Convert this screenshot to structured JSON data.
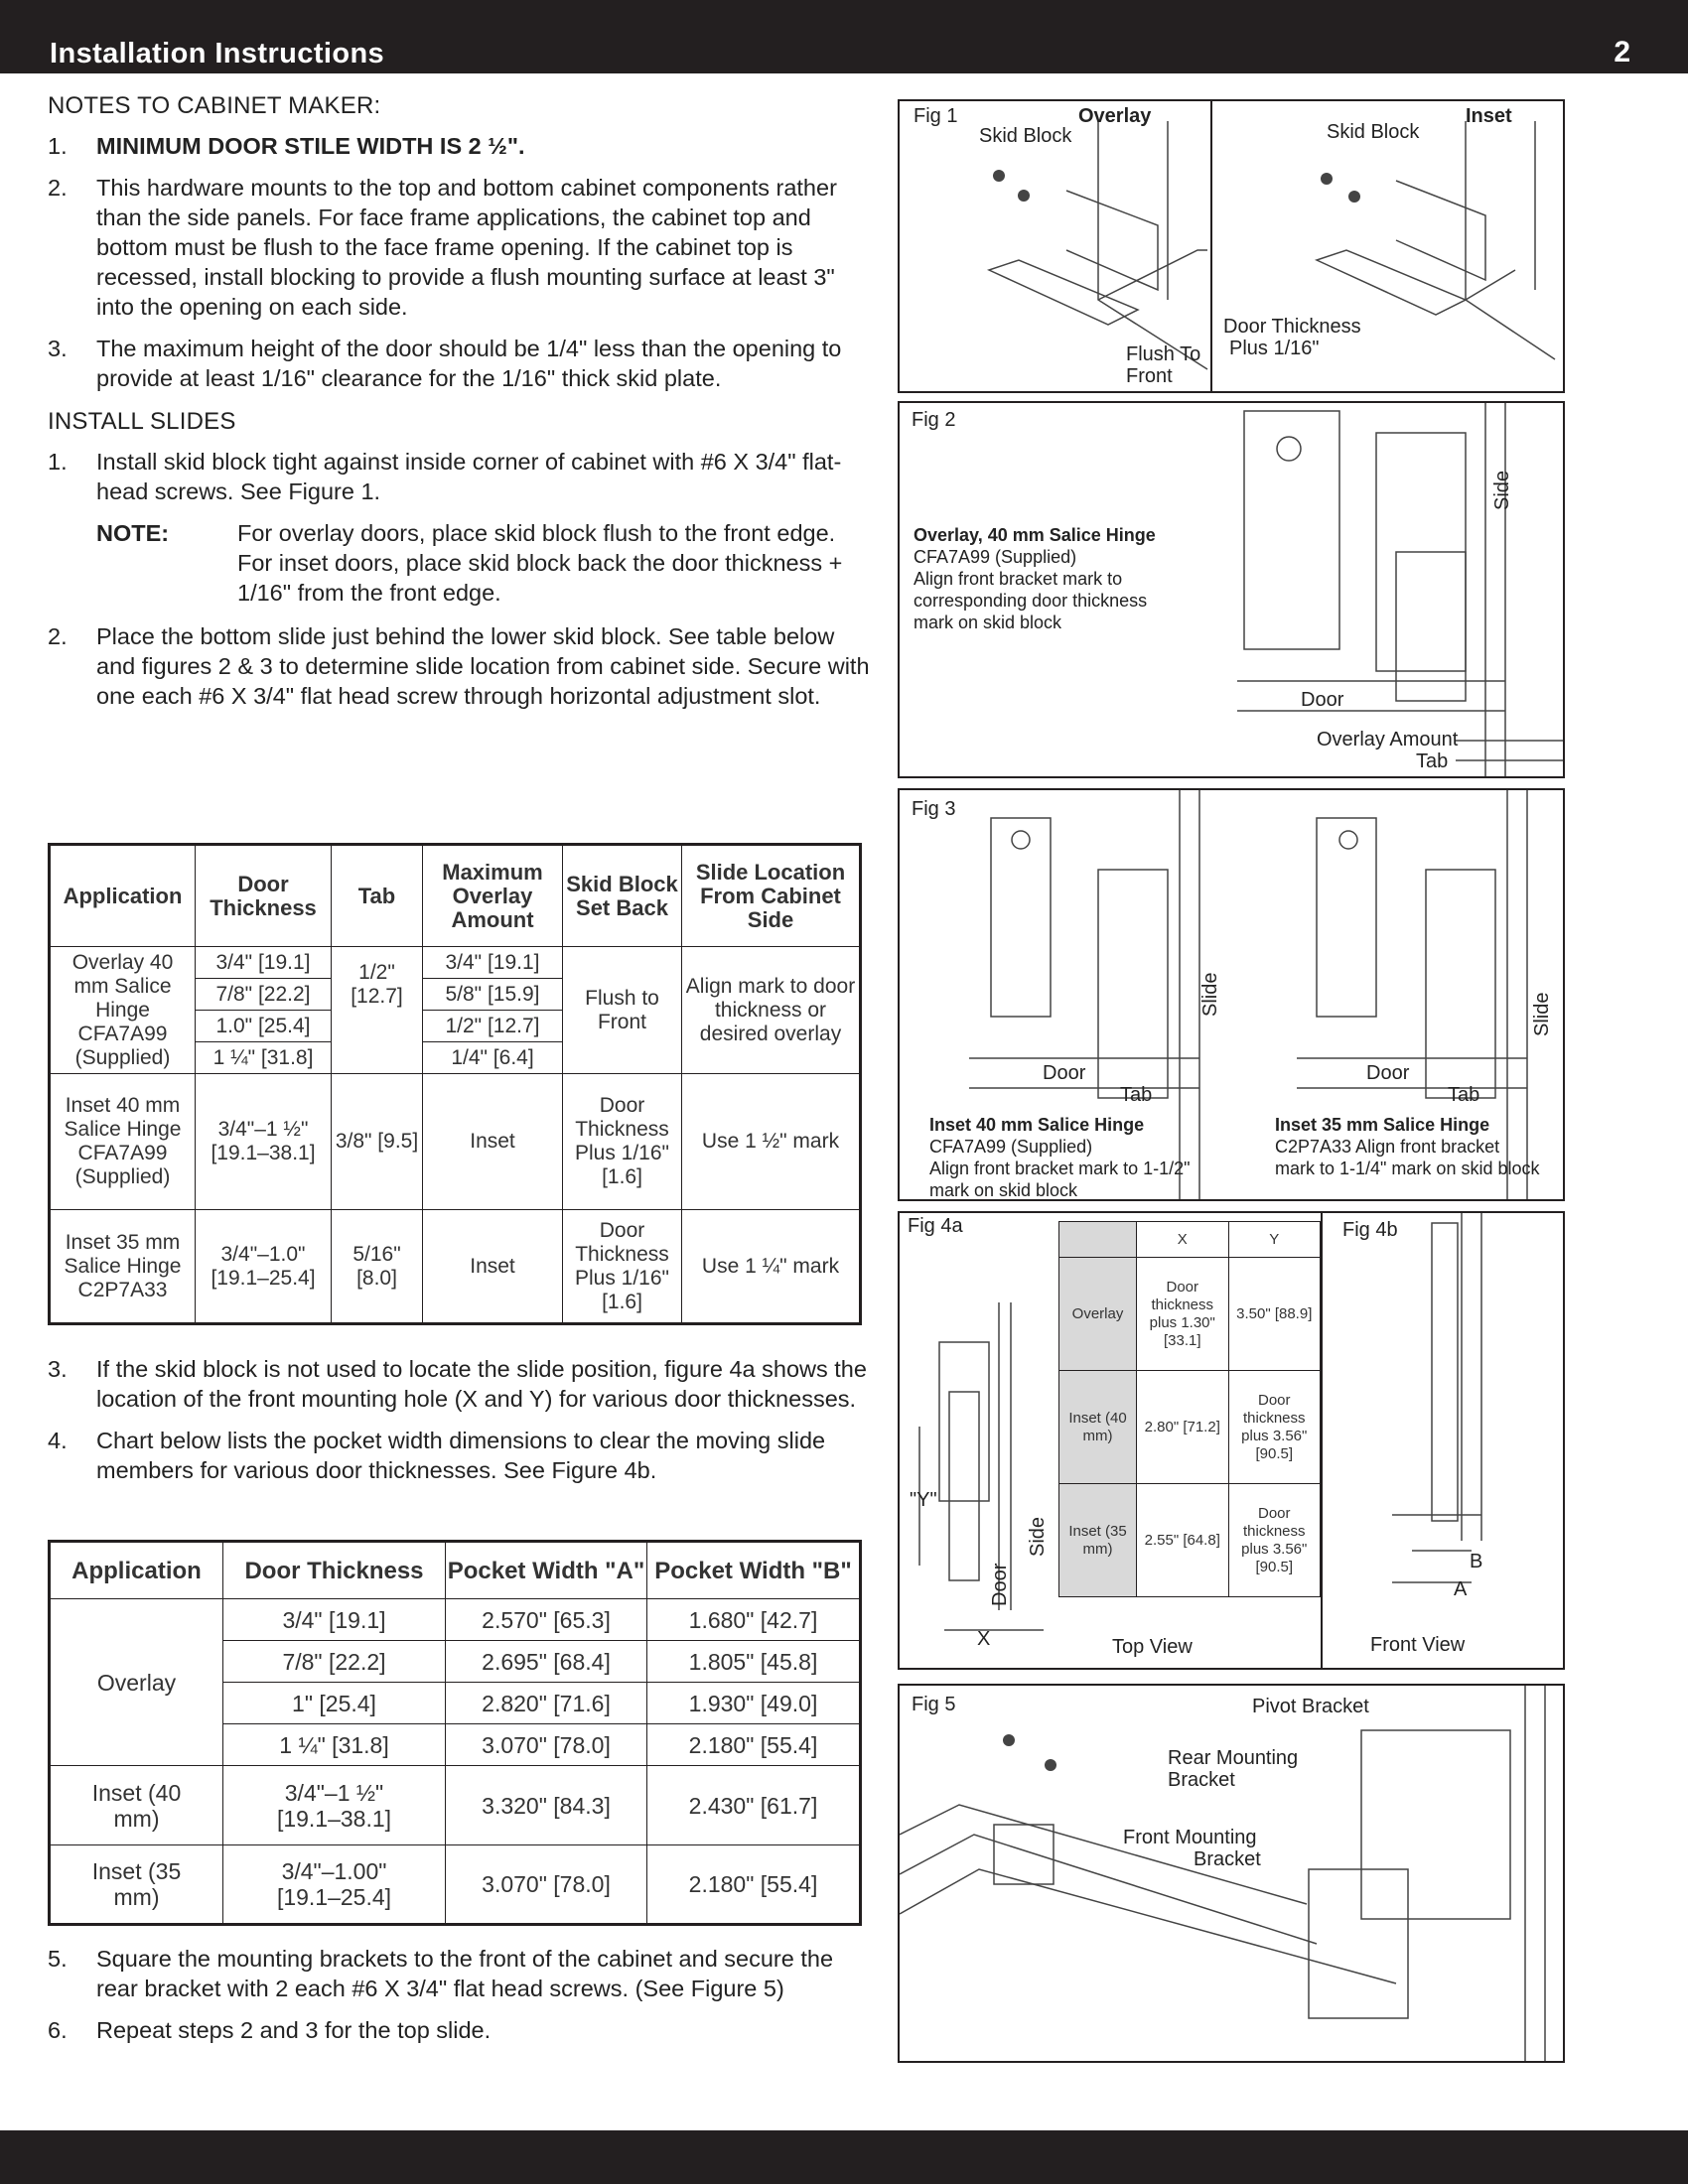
{
  "header": {
    "title": "Installation Instructions",
    "page_number": "2"
  },
  "notes": {
    "heading": "NOTES TO CABINET MAKER:",
    "items": [
      {
        "num": "1.",
        "text": "MINIMUM DOOR STILE WIDTH IS 2 ½\"."
      },
      {
        "num": "2.",
        "text": "This hardware mounts to the top and bottom cabinet components rather than the side panels. For face frame applications, the cabinet top and bottom must be flush to the face frame opening. If the cabinet top is recessed, install blocking to provide a flush mounting surface at least  3\" into the opening on each side."
      },
      {
        "num": "3.",
        "text": "The maximum height of the door should be 1/4\" less than the opening to provide at least 1/16\" clearance for the 1/16\" thick skid plate."
      }
    ]
  },
  "install": {
    "heading": "INSTALL SLIDES",
    "step1": {
      "num": "1.",
      "text": "Install skid block tight against inside corner of cabinet with #6 X 3/4\" flat-head screws. See Figure 1."
    },
    "note": {
      "label": "NOTE:",
      "text": "For overlay doors, place skid block flush to the front edge. For inset doors, place skid block back the door thickness + 1/16\" from the front edge."
    },
    "step2": {
      "num": "2.",
      "text": "Place the bottom slide just behind the lower skid block. See table below and figures 2 & 3 to determine slide location from cabinet side. Secure with one each #6 X 3/4\" flat head screw through horizontal adjustment slot."
    },
    "step3": {
      "num": "3.",
      "text": "If the skid block is not used to locate the slide position, figure 4a shows the location of the front mounting hole (X and Y) for various door thicknesses."
    },
    "step4": {
      "num": "4.",
      "text": "Chart below lists the pocket width dimensions to clear the moving slide members for various door thicknesses. See Figure 4b."
    },
    "step5": {
      "num": "5.",
      "text": "Square the mounting brackets to the front of the cabinet and secure the rear bracket with 2 each #6 X 3/4\" flat head screws. (See Figure 5)"
    },
    "step6": {
      "num": "6.",
      "text": "Repeat steps 2 and 3 for the top slide."
    }
  },
  "table1": {
    "headers": [
      "Application",
      "Door Thickness",
      "Tab",
      "Maximum Overlay Amount",
      "Skid Block Set Back",
      "Slide Location From Cabinet Side"
    ],
    "overlay_app": "Overlay 40 mm Salice Hinge CFA7A99 (Supplied)",
    "overlay_rows": [
      {
        "door": "3/4\" [19.1]",
        "max": "3/4\" [19.1]"
      },
      {
        "door": "7/8\" [22.2]",
        "max": "5/8\" [15.9]"
      },
      {
        "door": "1.0\" [25.4]",
        "max": "1/2\" [12.7]"
      },
      {
        "door": "1 ¼\" [31.8]",
        "max": "1/4\" [6.4]"
      }
    ],
    "overlay_tab": "1/2\" [12.7]",
    "overlay_setback": "Flush to Front",
    "overlay_location": "Align mark to door thickness or desired overlay",
    "inset40": {
      "app": "Inset 40 mm Salice Hinge CFA7A99 (Supplied)",
      "door": "3/4\"–1 ½\" [19.1–38.1]",
      "tab": "3/8\" [9.5]",
      "max": "Inset",
      "setback": "Door Thickness Plus 1/16\" [1.6]",
      "location": "Use 1 ½\" mark"
    },
    "inset35": {
      "app": "Inset 35 mm Salice Hinge C2P7A33",
      "door": "3/4\"–1.0\" [19.1–25.4]",
      "tab": "5/16\" [8.0]",
      "max": "Inset",
      "setback": "Door Thickness Plus 1/16\" [1.6]",
      "location": "Use 1 ¼\" mark"
    }
  },
  "table2": {
    "headers": [
      "Application",
      "Door Thickness",
      "Pocket Width \"A\"",
      "Pocket Width \"B\""
    ],
    "overlay_app": "Overlay",
    "overlay_rows": [
      {
        "door": "3/4\" [19.1]",
        "a": "2.570\" [65.3]",
        "b": "1.680\" [42.7]"
      },
      {
        "door": "7/8\" [22.2]",
        "a": "2.695\" [68.4]",
        "b": "1.805\" [45.8]"
      },
      {
        "door": "1\" [25.4]",
        "a": "2.820\" [71.6]",
        "b": "1.930\" [49.0]"
      },
      {
        "door": "1 ¼\" [31.8]",
        "a": "3.070\" [78.0]",
        "b": "2.180\" [55.4]"
      }
    ],
    "inset40": {
      "app": "Inset (40 mm)",
      "door": "3/4\"–1 ½\" [19.1–38.1]",
      "a": "3.320\" [84.3]",
      "b": "2.430\" [61.7]"
    },
    "inset35": {
      "app": "Inset (35 mm)",
      "door": "3/4\"–1.00\" [19.1–25.4]",
      "a": "3.070\" [78.0]",
      "b": "2.180\" [55.4]"
    }
  },
  "fig1": {
    "label": "Fig 1",
    "overlay": "Overlay",
    "inset": "Inset",
    "skid_block": "Skid Block",
    "flush_to": "Flush To",
    "front": "Front",
    "door_thickness": "Door Thickness",
    "plus": "Plus 1/16\""
  },
  "fig2": {
    "label": "Fig 2",
    "title": "Overlay, 40 mm Salice Hinge",
    "line1": "CFA7A99 (Supplied)",
    "line2": "Align front bracket mark to",
    "line3": "corresponding door thickness",
    "line4": "mark on skid block",
    "side": "Side",
    "door": "Door",
    "overlay_amount": "Overlay Amount",
    "tab": "Tab"
  },
  "fig3": {
    "label": "Fig 3",
    "slide": "Slide",
    "door": "Door",
    "tab": "Tab",
    "left_title": "Inset 40 mm Salice Hinge",
    "left_l1": "CFA7A99 (Supplied)",
    "left_l2": "Align front bracket mark to 1-1/2\"",
    "left_l3": "mark on skid block",
    "right_title": "Inset 35 mm Salice Hinge",
    "right_l1": "C2P7A33 Align front bracket",
    "right_l2": "mark to 1-1/4\" mark on skid block"
  },
  "fig4a": {
    "label": "Fig 4a",
    "y": "\"Y\"",
    "x": "X",
    "door": "Door",
    "side": "Side",
    "top_view": "Top View",
    "table": {
      "col_x": "X",
      "col_y": "Y",
      "rows": [
        {
          "app": "Overlay",
          "x": "Door thickness plus 1.30\" [33.1]",
          "y": "3.50\" [88.9]"
        },
        {
          "app": "Inset (40 mm)",
          "x": "2.80\" [71.2]",
          "y": "Door thickness plus 3.56\" [90.5]"
        },
        {
          "app": "Inset (35 mm)",
          "x": "2.55\" [64.8]",
          "y": "Door thickness plus 3.56\" [90.5]"
        }
      ]
    }
  },
  "fig4b": {
    "label": "Fig 4b",
    "b": "B",
    "a": "A",
    "front_view": "Front View"
  },
  "fig5": {
    "label": "Fig 5",
    "pivot": "Pivot Bracket",
    "rear1": "Rear Mounting",
    "rear2": "Bracket",
    "front1": "Front Mounting",
    "front2": "Bracket"
  }
}
